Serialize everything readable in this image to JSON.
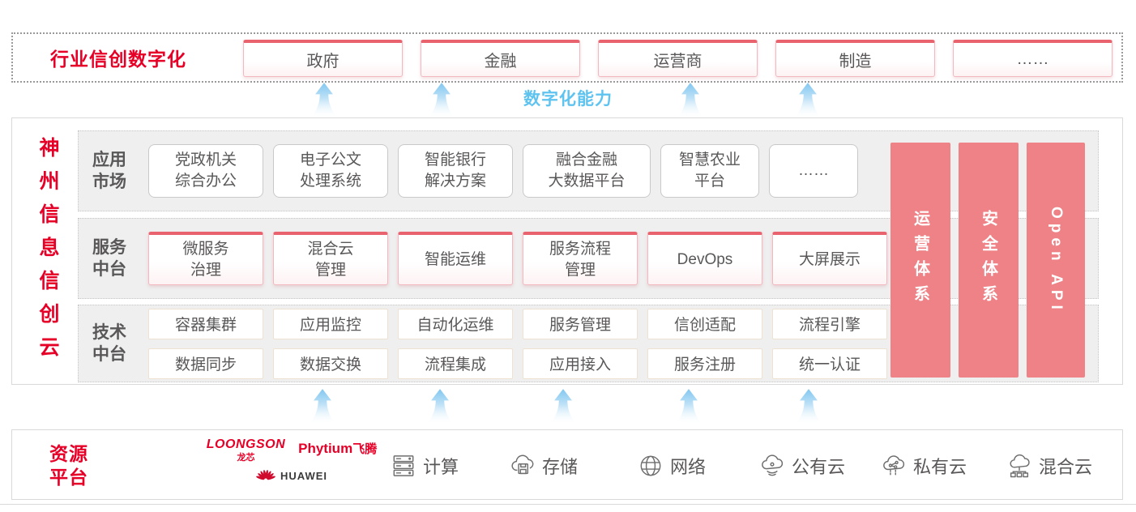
{
  "top": {
    "title": "行业信创数字化",
    "industries": [
      "政府",
      "金融",
      "运营商",
      "制造",
      "……"
    ]
  },
  "capability": {
    "label": "数字化能力"
  },
  "main": {
    "vertical_title": "神\n州\n信\n息\n信\n创\n云",
    "row1": {
      "label": "应用\n市场",
      "items": [
        "党政机关\n综合办公",
        "电子公文\n处理系统",
        "智能银行\n解决方案",
        "融合金融\n大数据平台",
        "智慧农业\n平台",
        "……"
      ]
    },
    "row2": {
      "label": "服务\n中台",
      "items": [
        "微服务\n治理",
        "混合云\n管理",
        "智能运维",
        "服务流程\n管理",
        "DevOps",
        "大屏展示"
      ]
    },
    "row3": {
      "label": "技术\n中台",
      "items_top": [
        "容器集群",
        "应用监控",
        "自动化运维",
        "服务管理",
        "信创适配",
        "流程引擎"
      ],
      "items_bottom": [
        "数据同步",
        "数据交换",
        "流程集成",
        "应用接入",
        "服务注册",
        "统一认证"
      ]
    },
    "pillars": [
      "运营体系",
      "安全体系",
      "Open API"
    ]
  },
  "resources": {
    "label": "资源\n平台",
    "vendors": {
      "loongson": "LOONGSON",
      "loongson_cn": "龙芯",
      "phytium": "Phytium",
      "phytium_cn": "飞腾",
      "huawei": "HUAWEI"
    },
    "items": [
      {
        "icon": "compute-icon",
        "label": "计算"
      },
      {
        "icon": "storage-icon",
        "label": "存储"
      },
      {
        "icon": "network-icon",
        "label": "网络"
      },
      {
        "icon": "public-cloud-icon",
        "label": "公有云"
      },
      {
        "icon": "private-cloud-icon",
        "label": "私有云"
      },
      {
        "icon": "hybrid-cloud-icon",
        "label": "混合云"
      }
    ]
  },
  "colors": {
    "brand_red": "#e60027",
    "pillar_pink": "#ee8287",
    "accent_blue": "#5fc3f0",
    "panel_gray": "#efefef",
    "text_gray": "#595757"
  }
}
